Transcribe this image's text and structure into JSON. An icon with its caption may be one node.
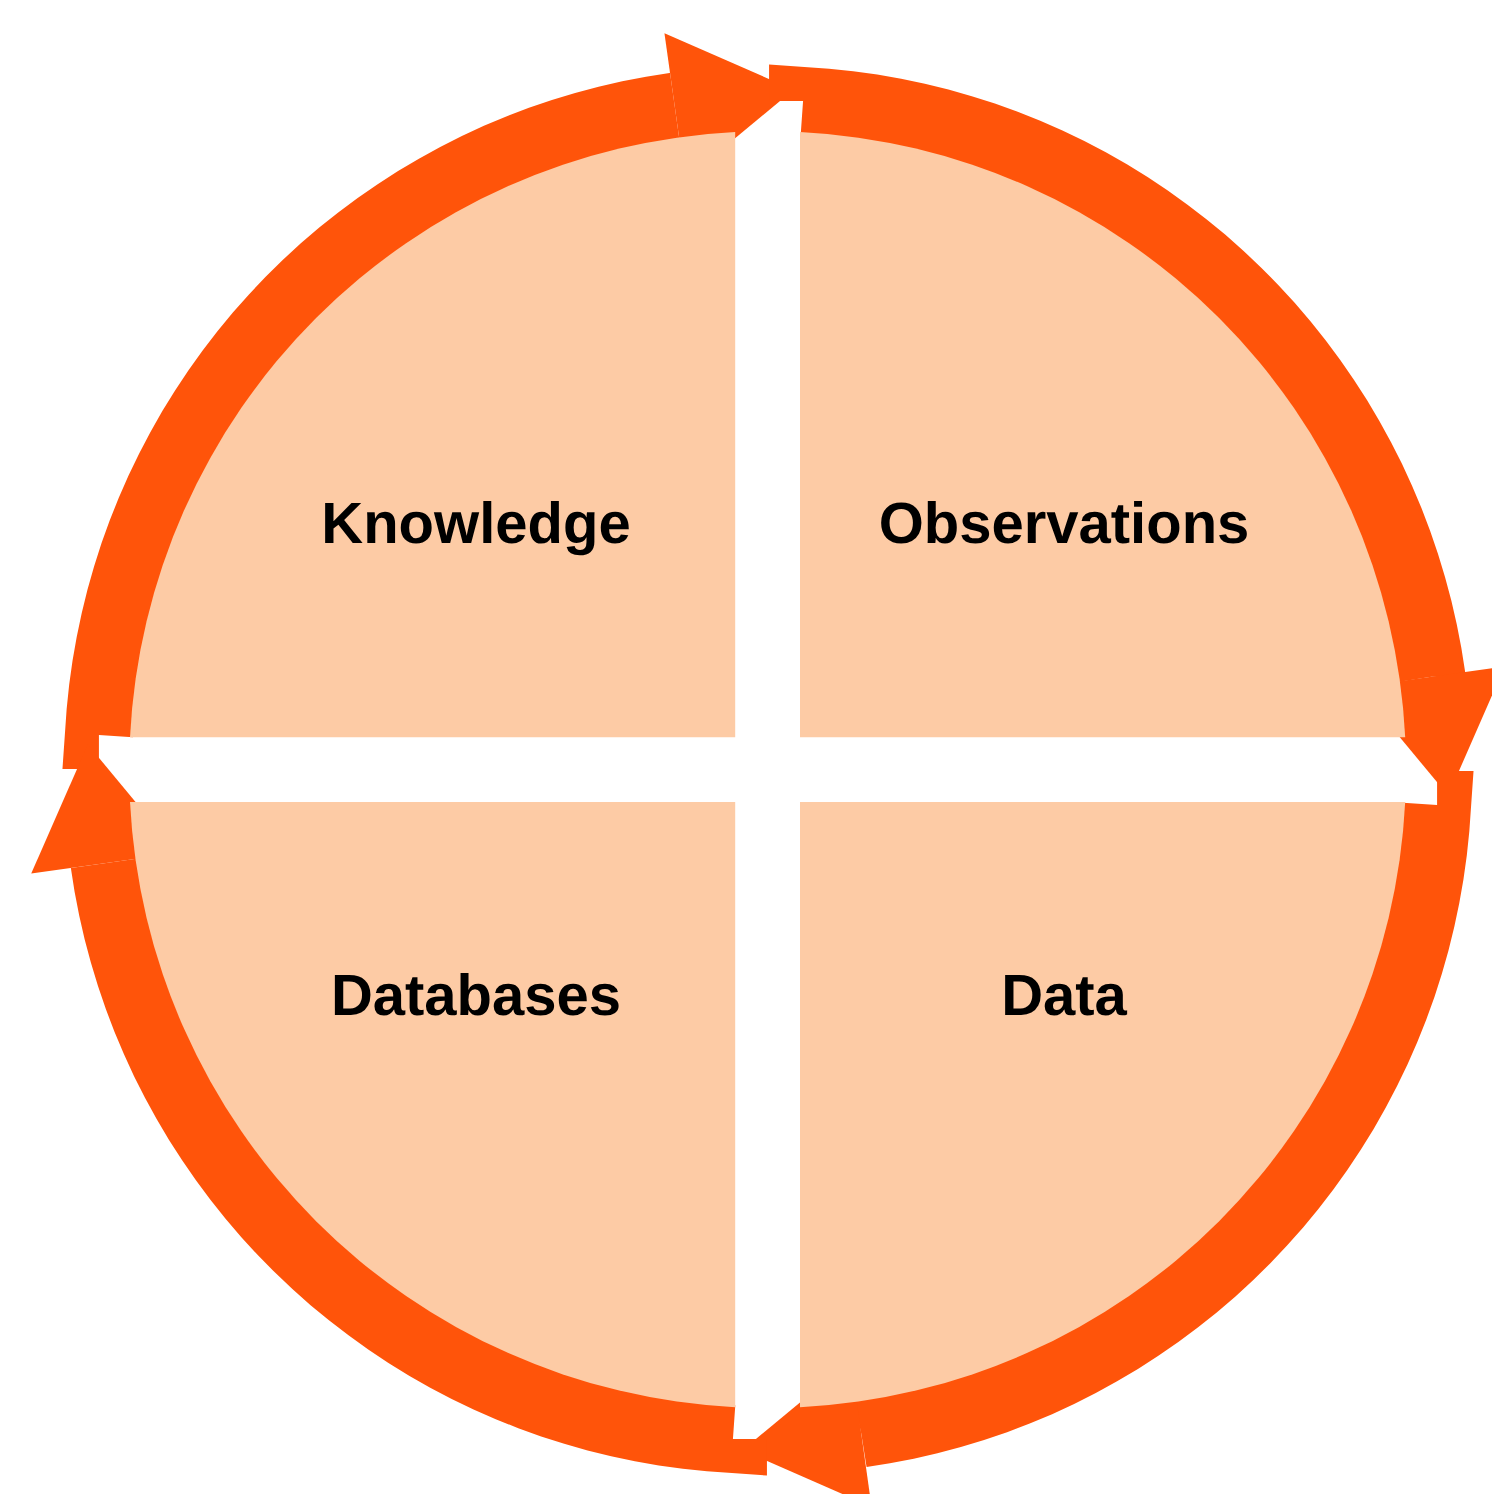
{
  "diagram": {
    "nodes": [
      {
        "text": [
          "Knowledge"
        ]
      },
      {
        "text": [
          "Observations"
        ]
      },
      {
        "text": [
          "Databases"
        ]
      },
      {
        "text": [
          "Data"
        ]
      }
    ],
    "edges": [
      {
        "from": 0,
        "to": 1,
        "arrow": "to"
      },
      {
        "from": 1,
        "to": 3,
        "arrow": "to"
      },
      {
        "from": 3,
        "to": 2,
        "arrow": "to"
      },
      {
        "from": 2,
        "to": 0,
        "arrow": "to"
      }
    ]
  }
}
